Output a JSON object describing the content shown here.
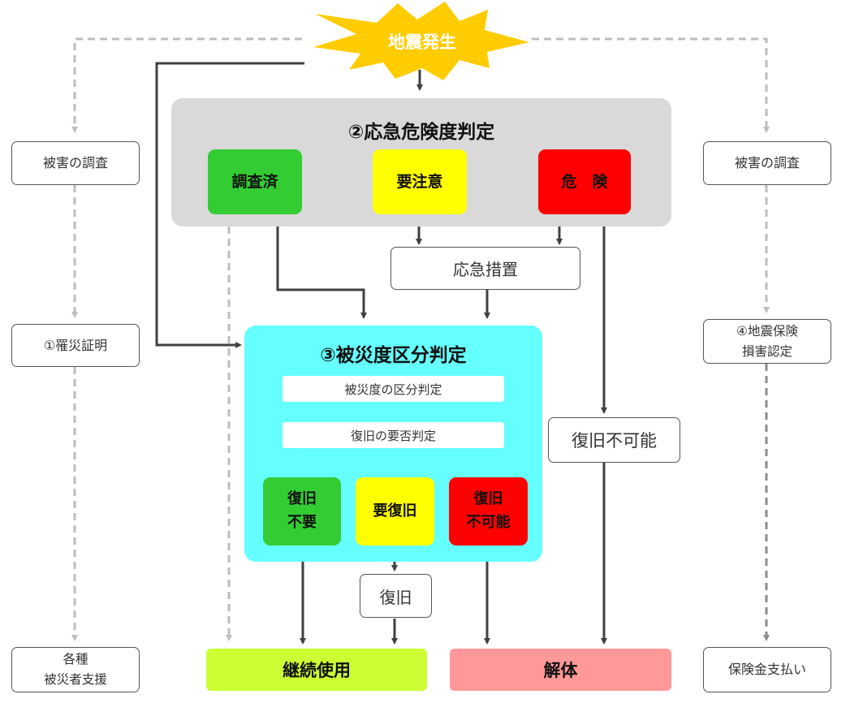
{
  "trigger": {
    "label": "地震発生"
  },
  "left_column": {
    "survey": "被害の調査",
    "certificate": "①罹災証明",
    "support_line1": "各種",
    "support_line2": "被災者支援"
  },
  "right_column": {
    "survey": "被害の調査",
    "insurance_line1": "④地震保険",
    "insurance_line2": "損害認定",
    "payment": "保険金支払い"
  },
  "emergency_panel": {
    "title": "②応急危険度判定",
    "inspected": "調査済",
    "caution": "要注意",
    "danger": "危　険"
  },
  "emergency_measure": "応急措置",
  "damage_panel": {
    "title": "③被災度区分判定",
    "row1": "被災度の区分判定",
    "row2": "復旧の要否判定",
    "no_restore_line1": "復旧",
    "no_restore_line2": "不要",
    "need_restore": "要復旧",
    "impossible_line1": "復旧",
    "impossible_line2": "不可能"
  },
  "unrecoverable": "復旧不可能",
  "restore": "復旧",
  "outcomes": {
    "continued_use": "継続使用",
    "demolition": "解体"
  },
  "colors": {
    "green": "#33cc33",
    "yellow": "#ffff00",
    "red": "#ff0000",
    "cyan": "#66ffff",
    "grey_panel": "#d9d9d9",
    "lime": "#ccff33",
    "pink": "#ff9999",
    "starburst": "#ffcc00"
  }
}
